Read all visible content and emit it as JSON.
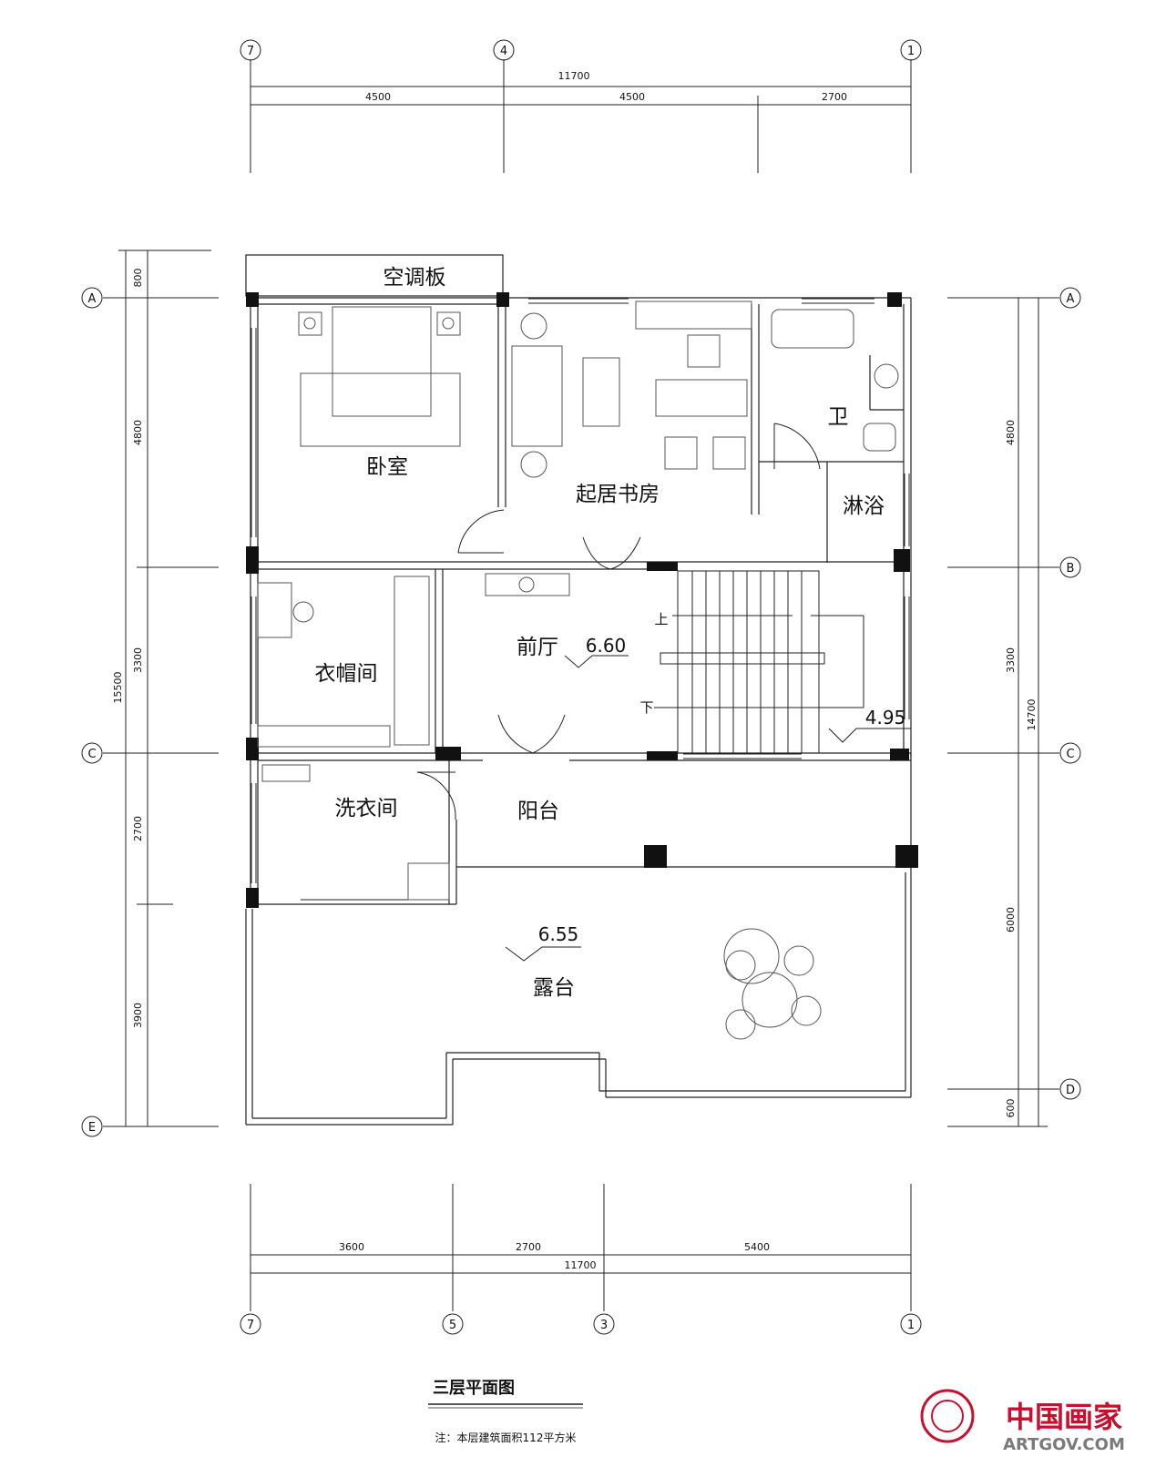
{
  "rooms": {
    "ac_board": "空调板",
    "bedroom": "卧室",
    "study": "起居书房",
    "wc": "卫",
    "shower": "淋浴",
    "cloak": "衣帽间",
    "foyer": "前厅",
    "laundry": "洗衣间",
    "balcony": "阳台",
    "terrace": "露台"
  },
  "elevations": {
    "foyer": "6.60",
    "stair_landing": "4.95",
    "terrace": "6.55"
  },
  "stairs": {
    "up": "上",
    "down": "下"
  },
  "top_dims": {
    "total": "11700",
    "seg1": "4500",
    "seg2": "4500",
    "seg3": "2700"
  },
  "top_axes": [
    "7",
    "4",
    "1"
  ],
  "bottom_dims": {
    "total": "11700",
    "seg1": "3600",
    "seg2": "2700",
    "seg3": "5400"
  },
  "bottom_axes": [
    "7",
    "5",
    "3",
    "1"
  ],
  "left_dims": {
    "total": "15500",
    "seg1": "800",
    "seg2": "4800",
    "seg3": "3300",
    "seg4": "2700",
    "seg5": "3900"
  },
  "left_axes": [
    "A",
    "C",
    "E"
  ],
  "right_dims": {
    "total": "14700",
    "seg1": "4800",
    "seg2": "3300",
    "seg3": "6000",
    "seg4": "600"
  },
  "right_axes": [
    "A",
    "B",
    "C",
    "D"
  ],
  "title": "三层平面图",
  "note": "注：本层建筑面积112平方米",
  "watermark": {
    "brand": "中国画家",
    "site": "ARTGOV.COM"
  }
}
